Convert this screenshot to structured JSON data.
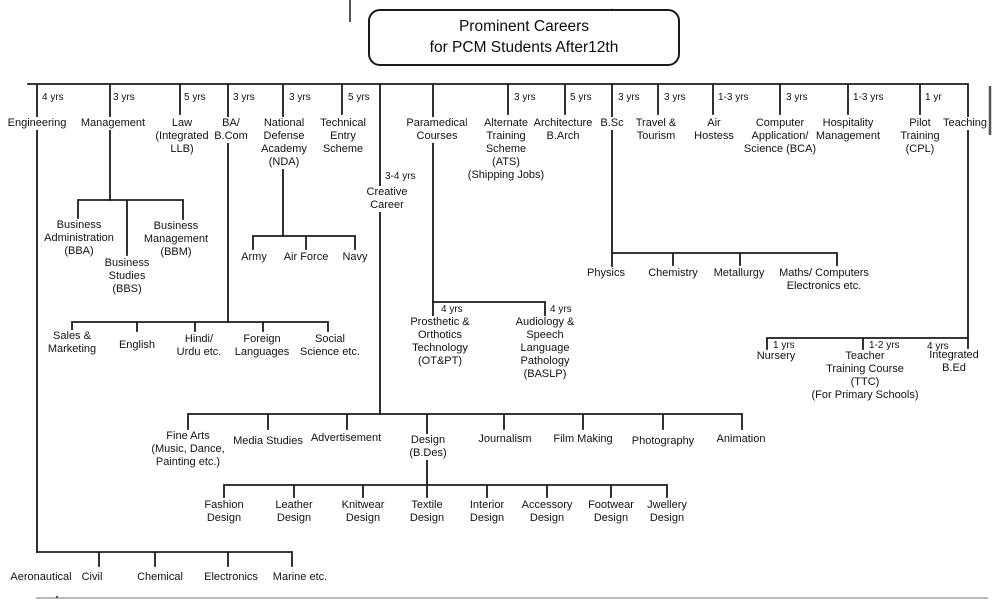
{
  "title": "Prominent Careers\nfor PCM Students After12th",
  "nodes": {
    "engineering": {
      "label": "Engineering",
      "years": "4 yrs"
    },
    "management": {
      "label": "Management",
      "years": "3 yrs"
    },
    "law": {
      "label": "Law\n(Integrated\nLLB)",
      "years": "5 yrs"
    },
    "ba_bcom": {
      "label": "BA/\nB.Com",
      "years": "3 yrs"
    },
    "nda": {
      "label": "National\nDefense\nAcademy\n(NDA)",
      "years": "3 yrs"
    },
    "technical_entry": {
      "label": "Technical\nEntry\nScheme",
      "years": "5 yrs"
    },
    "paramedical": {
      "label": "Paramedical\nCourses"
    },
    "ats": {
      "label": "Alternate\nTraining\nScheme\n(ATS)\n(Shipping Jobs)",
      "years": "3 yrs"
    },
    "architecture": {
      "label": "Architecture\nB.Arch",
      "years": "5 yrs"
    },
    "bsc": {
      "label": "B.Sc",
      "years": "3 yrs"
    },
    "travel": {
      "label": "Travel &\nTourism",
      "years": "3 yrs"
    },
    "air_hostess": {
      "label": "Air\nHostess",
      "years": "1-3 yrs"
    },
    "bca": {
      "label": "Computer\nApplication/\nScience (BCA)",
      "years": "3 yrs"
    },
    "hospitality": {
      "label": "Hospitality\nManagement",
      "years": "1-3 yrs"
    },
    "pilot": {
      "label": "Pilot\nTraining\n(CPL)",
      "years": "1 yr"
    },
    "teaching": {
      "label": "Teaching"
    },
    "creative": {
      "label": "Creative\nCareer",
      "years": "3-4  yrs"
    },
    "bba": {
      "label": "Business\nAdministration\n(BBA)"
    },
    "bbs": {
      "label": "Business\nStudies\n(BBS)"
    },
    "bbm": {
      "label": "Business\nManagement\n(BBM)"
    },
    "army": {
      "label": "Army"
    },
    "air_force": {
      "label": "Air Force"
    },
    "navy": {
      "label": "Navy"
    },
    "sales": {
      "label": "Sales &\nMarketing"
    },
    "english": {
      "label": "English"
    },
    "hindi": {
      "label": "Hindi/\nUrdu etc."
    },
    "foreign": {
      "label": "Foreign\nLanguages"
    },
    "social": {
      "label": "Social\nScience etc."
    },
    "physics": {
      "label": "Physics"
    },
    "chemistry": {
      "label": "Chemistry"
    },
    "metallurgy": {
      "label": "Metallurgy"
    },
    "maths_cs": {
      "label": "Maths/ Computers\nElectronics etc."
    },
    "otpt": {
      "label": "Prosthetic &\nOrthotics\nTechnology\n(OT&PT)",
      "years": "4 yrs"
    },
    "baslp": {
      "label": "Audiology &\nSpeech\nLanguage\nPathology\n(BASLP)",
      "years": "4  yrs"
    },
    "nursery": {
      "label": "Nursery",
      "years": "1 yrs"
    },
    "ttc": {
      "label": "Teacher\nTraining Course\n(TTC)\n(For Primary Schools)",
      "years": "1-2  yrs"
    },
    "integrated_bed": {
      "label": "Integrated\nB.Ed",
      "years": "4  yrs"
    },
    "fine_arts": {
      "label": "Fine Arts\n(Music, Dance,\nPainting etc.)"
    },
    "media_studies": {
      "label": "Media Studies"
    },
    "advertisement": {
      "label": "Advertisement"
    },
    "design": {
      "label": "Design\n(B.Des)"
    },
    "journalism": {
      "label": "Journalism"
    },
    "film_making": {
      "label": "Film Making"
    },
    "photography": {
      "label": "Photography"
    },
    "animation": {
      "label": "Animation"
    },
    "fashion": {
      "label": "Fashion\nDesign"
    },
    "leather": {
      "label": "Leather\nDesign"
    },
    "knitwear": {
      "label": "Knitwear\nDesign"
    },
    "textile": {
      "label": "Textile\nDesign"
    },
    "interior": {
      "label": "Interior\nDesign"
    },
    "accessory": {
      "label": "Accessory\nDesign"
    },
    "footwear": {
      "label": "Footwear\nDesign"
    },
    "jwellery": {
      "label": "Jwellery\nDesign"
    },
    "aeronautical": {
      "label": "Aeronautical"
    },
    "civil": {
      "label": "Civil"
    },
    "chemical": {
      "label": "Chemical"
    },
    "electronics": {
      "label": "Electronics"
    },
    "marine": {
      "label": "Marine etc."
    }
  }
}
